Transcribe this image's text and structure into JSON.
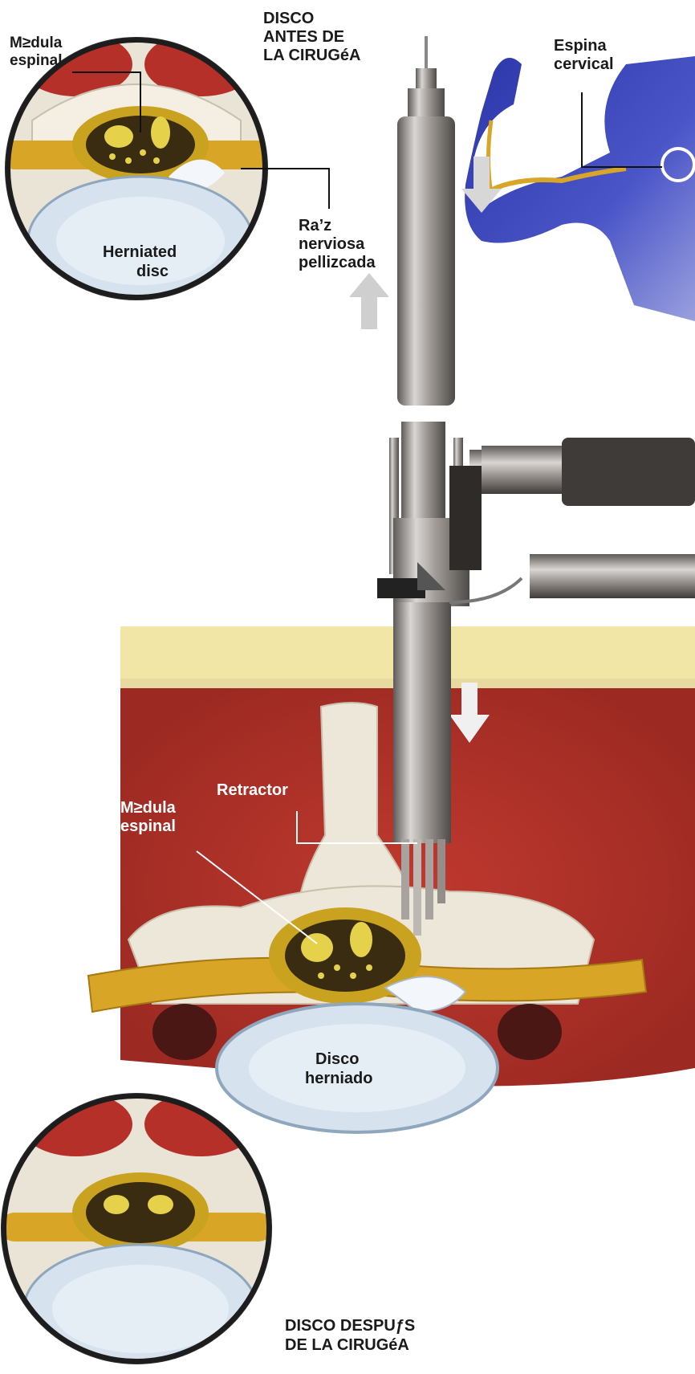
{
  "labels": {
    "disco_antes_1": "DISCO",
    "disco_antes_2": "ANTES DE",
    "disco_antes_3": "LA CIRUGéA",
    "medula_top_1": "M≥dula",
    "medula_top_2": "espinal",
    "espina_1": "Espina",
    "espina_2": "cervical",
    "raiz_1": "Ra’z",
    "raiz_2": "nerviosa",
    "raiz_3": "pellizcada",
    "herniated_1": "Herniated",
    "herniated_2": "disc",
    "retractor": "Retractor",
    "medula_mid_1": "M≥dula",
    "medula_mid_2": "espinal",
    "disco_herniado_1": "Disco",
    "disco_herniado_2": "herniado",
    "despues_1": "DISCO DESPUƒS",
    "despues_2": "DE LA CIRUGéA"
  },
  "colors": {
    "muscle": "#b1322a",
    "fat": "#f2e6a6",
    "bone": "#ece7d8",
    "nerve": "#d8a526",
    "cord": "#c9a21f",
    "disc": "#dbe6ef",
    "metal": "#8f8a86",
    "body_blue": "#3a44b8"
  }
}
